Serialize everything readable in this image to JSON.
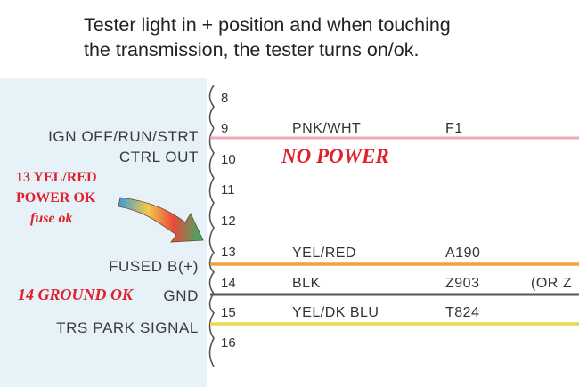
{
  "caption": {
    "line1": "Tester light in + position and when touching",
    "line2": "the transmission, the tester turns on/ok."
  },
  "connector_labels": {
    "ign": "IGN OFF/RUN/STRT",
    "ctrl": "CTRL OUT",
    "fused": "FUSED B(+)",
    "gnd": "GND",
    "trs": "TRS PARK SIGNAL"
  },
  "pins": [
    "8",
    "9",
    "10",
    "11",
    "12",
    "13",
    "14",
    "15",
    "16"
  ],
  "wires": [
    {
      "pin": "9",
      "color_name": "PNK/WHT",
      "circuit": "F1",
      "line_color": "#f4a6b4"
    },
    {
      "pin": "13",
      "color_name": "YEL/RED",
      "circuit": "A190",
      "line_color": "#f2a23a"
    },
    {
      "pin": "14",
      "color_name": "BLK",
      "circuit": "Z903",
      "extra": "(OR Z",
      "line_color": "#555555"
    },
    {
      "pin": "15",
      "color_name": "YEL/DK BLU",
      "circuit": "T824",
      "line_color": "#e8d84a"
    }
  ],
  "annotations": {
    "no_power": "NO POWER",
    "power_ok_1": "13 YEL/RED",
    "power_ok_2": "POWER OK",
    "fuse_ok": "fuse ok",
    "ground_ok": "14 GROUND OK"
  },
  "colors": {
    "annotation_red": "#e0202a",
    "panel_blue": "#e6f2f8",
    "arrow_gradient": [
      "#3a9bd8",
      "#f2c94c",
      "#e84a3a",
      "#2fb56a"
    ]
  }
}
